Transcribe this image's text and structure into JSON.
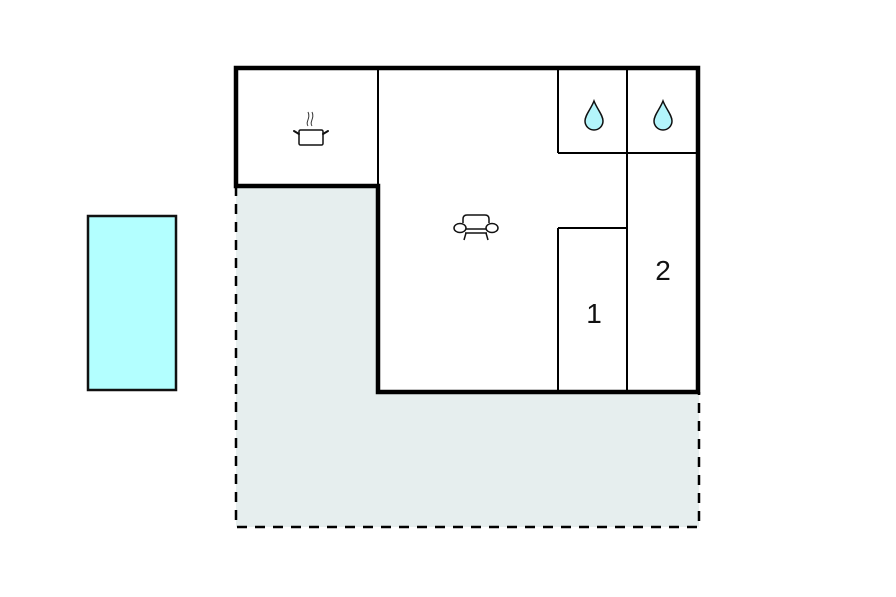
{
  "diagram": {
    "type": "floor-plan",
    "colors": {
      "wall": "#000000",
      "terrace_fill": "#e6eeee",
      "pool_fill": "#b3ffff",
      "water_icon_fill": "#b3f5fb",
      "background": "#ffffff"
    },
    "rooms": [
      {
        "id": "kitchen",
        "icon": "cooking-pot-icon"
      },
      {
        "id": "living-room",
        "icon": "sofa-icon"
      },
      {
        "id": "bathroom-1",
        "icon": "water-drop-icon"
      },
      {
        "id": "bathroom-2",
        "icon": "water-drop-icon"
      },
      {
        "id": "bedroom-1",
        "label": "1"
      },
      {
        "id": "bedroom-2",
        "label": "2"
      }
    ],
    "outdoor": [
      {
        "id": "terrace",
        "style": "dashed-outline"
      },
      {
        "id": "pool",
        "style": "solid-outline"
      }
    ]
  }
}
